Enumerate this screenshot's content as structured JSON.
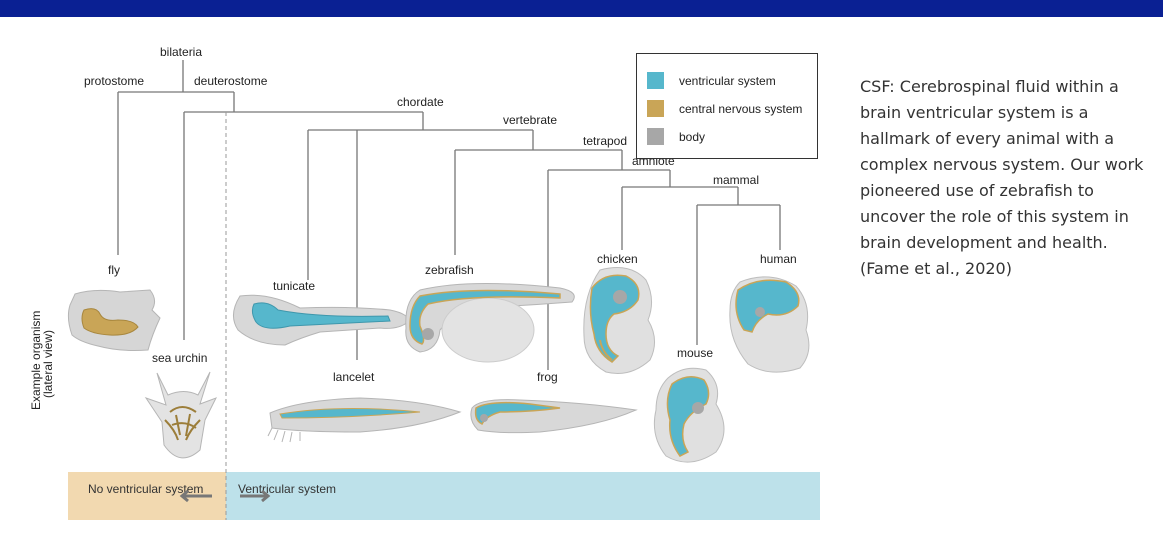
{
  "header": {
    "bar_color": "#0a2093"
  },
  "legend": {
    "items": [
      {
        "label": "ventricular system",
        "color": "#56b7cc"
      },
      {
        "label": "central nervous system",
        "color": "#c9a557"
      },
      {
        "label": "body",
        "color": "#a7a7a7"
      }
    ]
  },
  "tree": {
    "nodes": {
      "bilateria": "bilateria",
      "protostome": "protostome",
      "deuterostome": "deuterostome",
      "chordate": "chordate",
      "vertebrate": "vertebrate",
      "tetrapod": "tetrapod",
      "amniote": "amniote",
      "mammal": "mammal"
    }
  },
  "organisms": {
    "fly": "fly",
    "sea_urchin": "sea urchin",
    "tunicate": "tunicate",
    "lancelet": "lancelet",
    "zebrafish": "zebrafish",
    "frog": "frog",
    "chicken": "chicken",
    "mouse": "mouse",
    "human": "human"
  },
  "axis_label": {
    "line1": "Example organism",
    "line2": "(lateral view)"
  },
  "bottom_bar": {
    "left_label": "No ventricular system",
    "right_label": "Ventricular system"
  },
  "caption": "CSF: Cerebrospinal fluid within a brain ventricular system is a hallmark of every animal with a complex nervous system. Our work pioneered use of zebrafish to uncover the role of this system in brain development and health. (Fame et al., 2020)"
}
